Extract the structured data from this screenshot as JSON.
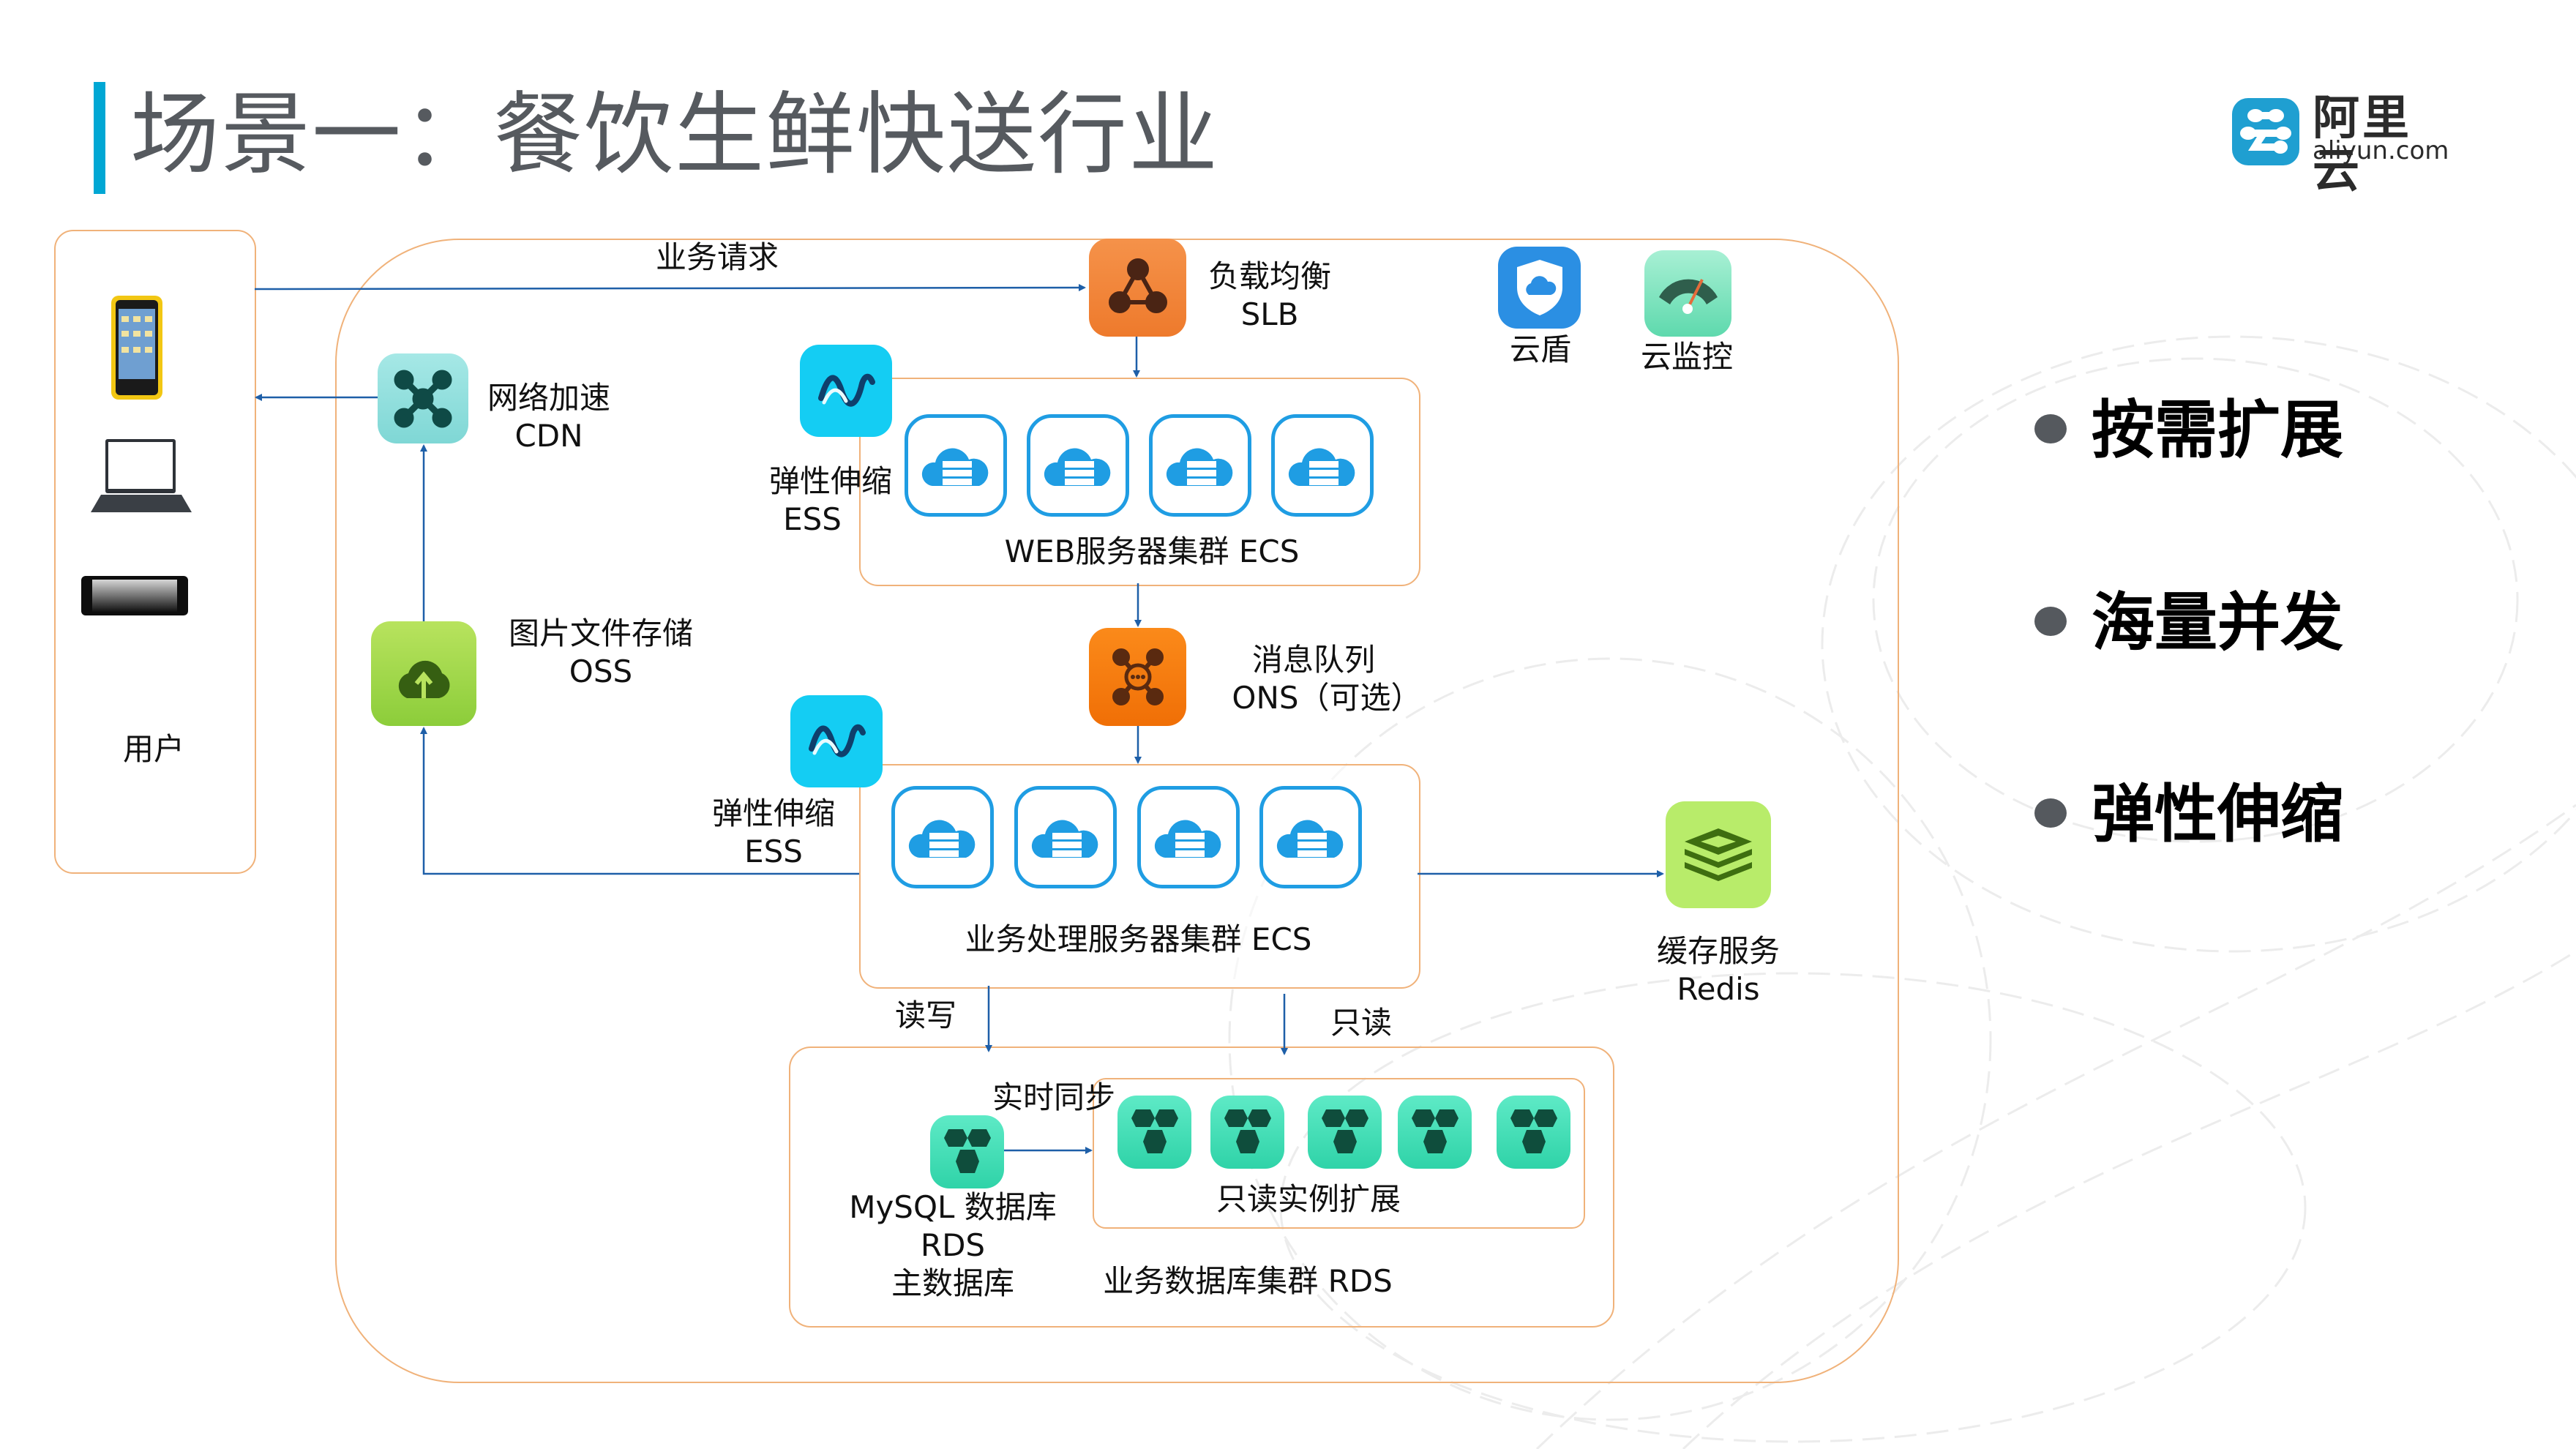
{
  "slide": {
    "title": "场景一：餐饮生鲜快送行业",
    "accent_color": "#00a7d4",
    "logo": {
      "cn": "阿里云",
      "en": "aliyun.com",
      "icon": "aliyun-logo-icon"
    }
  },
  "users": {
    "label": "用户",
    "devices": [
      {
        "name": "smartphone",
        "icon": "smartphone-icon"
      },
      {
        "name": "laptop",
        "icon": "laptop-icon"
      },
      {
        "name": "tablet",
        "icon": "tablet-icon"
      }
    ]
  },
  "flows": {
    "request_label": "业务请求",
    "read_write_label": "读写",
    "read_only_label": "只读",
    "sync_label": "实时同步"
  },
  "services": {
    "slb": {
      "line1": "负载均衡",
      "line2": "SLB",
      "icon": "load-balancer-icon"
    },
    "cloud_shield": {
      "label": "云盾",
      "icon": "shield-icon"
    },
    "cloud_monitor": {
      "label": "云监控",
      "icon": "gauge-icon"
    },
    "cdn": {
      "line1": "网络加速",
      "line2": "CDN",
      "icon": "network-hub-icon"
    },
    "ess_web": {
      "line1": "弹性伸缩",
      "line2": "ESS",
      "icon": "wave-icon"
    },
    "web_cluster": {
      "label": "WEB服务器集群 ECS",
      "count": 4,
      "icon": "cloud-server-icon"
    },
    "ons": {
      "line1": "消息队列",
      "line2": "ONS（可选）",
      "icon": "message-queue-icon"
    },
    "oss": {
      "line1": "图片文件存储",
      "line2": "OSS",
      "icon": "cloud-upload-icon"
    },
    "ess_biz": {
      "line1": "弹性伸缩",
      "line2": "ESS",
      "icon": "wave-icon"
    },
    "biz_cluster": {
      "label": "业务处理服务器集群 ECS",
      "count": 4,
      "icon": "cloud-server-icon"
    },
    "redis": {
      "line1": "缓存服务",
      "line2": "Redis",
      "icon": "layers-icon"
    },
    "rds_master": {
      "line1": "MySQL 数据库",
      "line2": "RDS",
      "line3": "主数据库",
      "icon": "database-hex-icon"
    },
    "rds_readonly": {
      "label": "只读实例扩展",
      "count": 5,
      "icon": "database-hex-icon"
    },
    "db_cluster": {
      "label": "业务数据库集群 RDS"
    }
  },
  "highlights": [
    "按需扩展",
    "海量并发",
    "弹性伸缩"
  ],
  "colors": {
    "box_border": "#f0b27a",
    "arrow": "#1e5fa8",
    "ecs_blue": "#1f9de3",
    "title_gray": "#565a5f"
  }
}
